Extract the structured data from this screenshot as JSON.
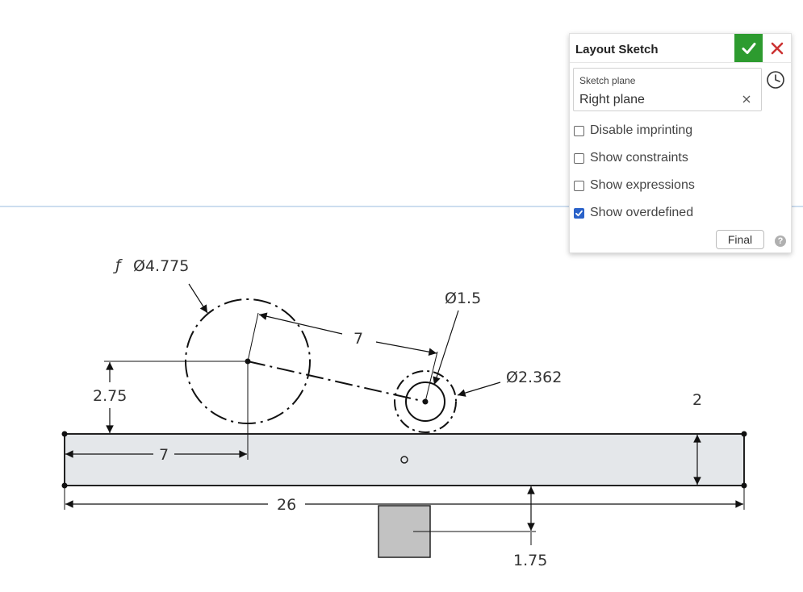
{
  "panel": {
    "title": "Layout Sketch",
    "sketch_plane_label": "Sketch plane",
    "sketch_plane_value": "Right plane",
    "options": [
      {
        "label": "Disable imprinting",
        "checked": false
      },
      {
        "label": "Show constraints",
        "checked": false
      },
      {
        "label": "Show expressions",
        "checked": false
      },
      {
        "label": "Show overdefined",
        "checked": true
      }
    ],
    "final_label": "Final",
    "icons": {
      "accept": "checkmark-icon",
      "cancel": "close-icon",
      "clear": "close-icon",
      "history": "clock-icon",
      "help": "help-icon"
    },
    "help_glyph": "?"
  },
  "sketch": {
    "dimensions": {
      "large_circle_diameter": "Ø4.775",
      "large_circle_prefix": "ƒ",
      "center_distance": "7",
      "small_inner_diameter": "Ø1.5",
      "small_outer_diameter": "Ø2.362",
      "vertical_offset": "2.75",
      "horizontal_offset": "7",
      "bar_height": "2",
      "bar_length": "26",
      "square_offset": "1.75"
    }
  },
  "colors": {
    "accept": "#2d9b2f",
    "cancel": "#cc3333",
    "checkbox_on": "#2a62c9",
    "bar_fill": "#e4e7ea",
    "square_fill": "#c2c2c2",
    "horizon_line": "#bcd2ea"
  }
}
